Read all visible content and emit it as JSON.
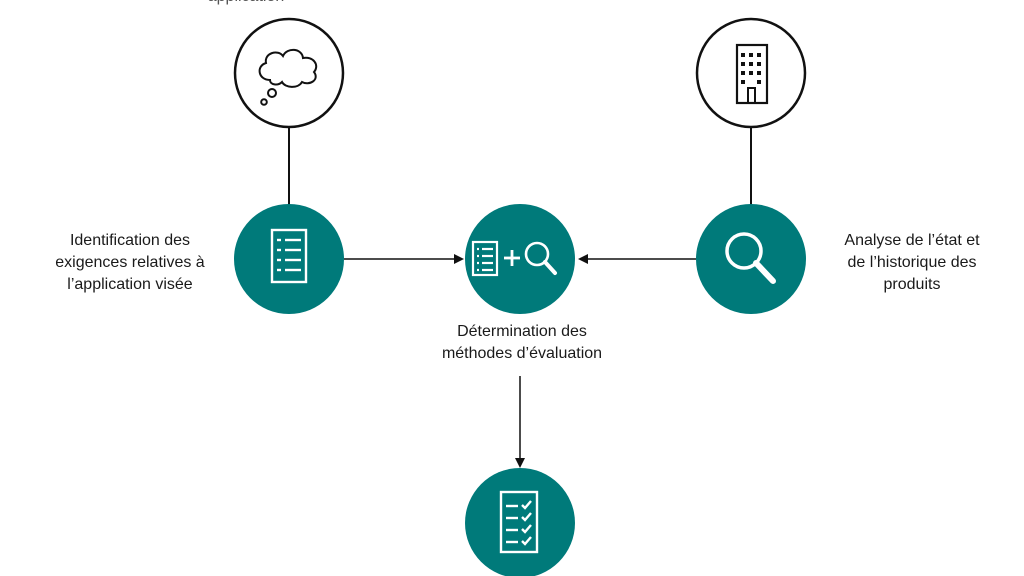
{
  "colors": {
    "teal": "#007A7A",
    "stroke": "#111111",
    "icon": "#ffffff"
  },
  "labels": {
    "top_partial": "application",
    "left": [
      "Identification des",
      "exigences relatives à",
      "l’application visée"
    ],
    "right": [
      "Analyse de l’état et",
      "de l’historique des",
      "produits"
    ],
    "center": [
      "Détermination des",
      "méthodes d’évaluation"
    ]
  },
  "icons": {
    "top_left": "cloud-thought-icon",
    "top_right": "building-icon",
    "left": "checklist-document-icon",
    "center": "document-plus-magnifier-icon",
    "right": "magnifier-icon",
    "bottom": "checklist-checkmarks-icon"
  }
}
